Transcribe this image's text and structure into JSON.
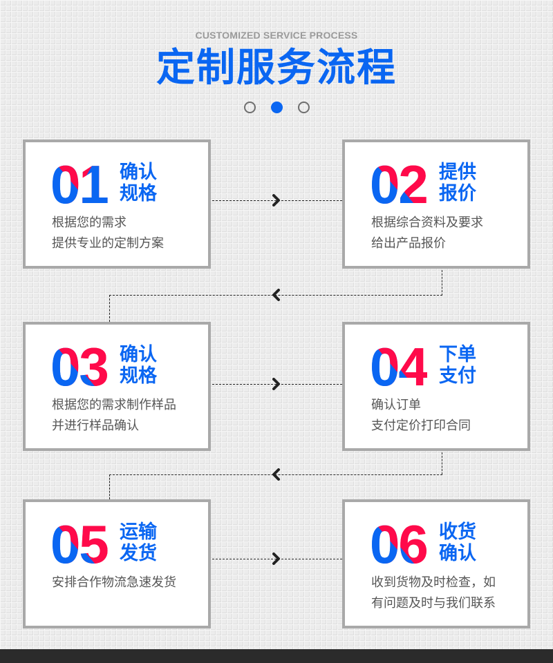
{
  "header": {
    "subtitle": "CUSTOMIZED SERVICE PROCESS",
    "title": "定制服务流程",
    "pagination": {
      "count": 3,
      "active_index": 1
    }
  },
  "colors": {
    "primary_blue": "#0a66f2",
    "accent_red": "#ff0a4a",
    "card_border": "#a9a9a9",
    "desc_text": "#555555",
    "footer_bar": "#2b2b2b"
  },
  "steps": [
    {
      "number": "01",
      "d1": "0",
      "d2": "1",
      "label_line1": "确认",
      "label_line2": "规格",
      "desc_line1": "根据您的需求",
      "desc_line2": "提供专业的定制方案"
    },
    {
      "number": "02",
      "d1": "0",
      "d2": "2",
      "label_line1": "提供",
      "label_line2": "报价",
      "desc_line1": "根据综合资料及要求",
      "desc_line2": "给出产品报价"
    },
    {
      "number": "03",
      "d1": "0",
      "d2": "3",
      "label_line1": "确认",
      "label_line2": "规格",
      "desc_line1": "根据您的需求制作样品",
      "desc_line2": "并进行样品确认"
    },
    {
      "number": "04",
      "d1": "0",
      "d2": "4",
      "label_line1": "下单",
      "label_line2": "支付",
      "desc_line1": "确认订单",
      "desc_line2": "支付定价打印合同"
    },
    {
      "number": "05",
      "d1": "0",
      "d2": "5",
      "label_line1": "运输",
      "label_line2": "发货",
      "desc_line1": "安排合作物流急速发货",
      "desc_line2": ""
    },
    {
      "number": "06",
      "d1": "0",
      "d2": "6",
      "label_line1": "收货",
      "label_line2": "确认",
      "desc_line1": "收到货物及时检查，如",
      "desc_line2": "有问题及时与我们联系"
    }
  ],
  "connectors": [
    {
      "from": "01",
      "to": "02",
      "direction": "right",
      "icon": "chevron-right-icon"
    },
    {
      "from": "02",
      "to": "03",
      "direction": "left",
      "icon": "chevron-left-icon"
    },
    {
      "from": "03",
      "to": "04",
      "direction": "right",
      "icon": "chevron-right-icon"
    },
    {
      "from": "04",
      "to": "05",
      "direction": "left",
      "icon": "chevron-left-icon"
    },
    {
      "from": "05",
      "to": "06",
      "direction": "right",
      "icon": "chevron-right-icon"
    }
  ]
}
